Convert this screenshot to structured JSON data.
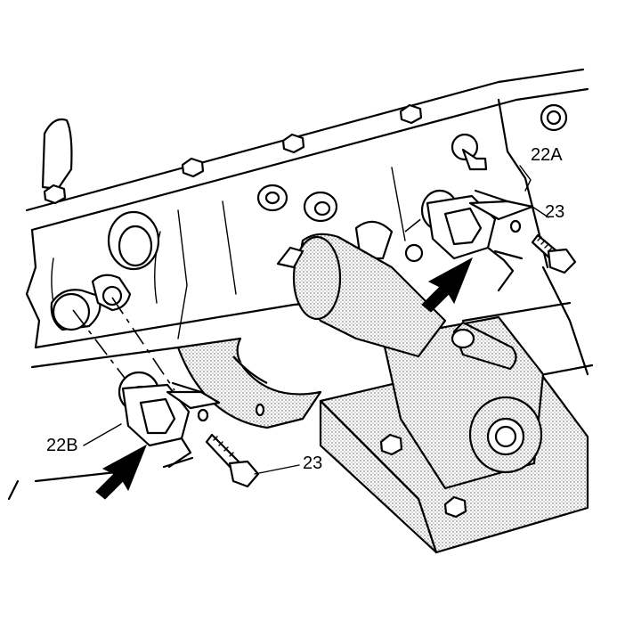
{
  "callouts": {
    "label_22a": "22A",
    "label_23_top": "23",
    "label_22b": "22B",
    "label_23_bottom": "23"
  },
  "colors": {
    "line": "#000000",
    "background": "#ffffff",
    "stipple": "#555555"
  }
}
